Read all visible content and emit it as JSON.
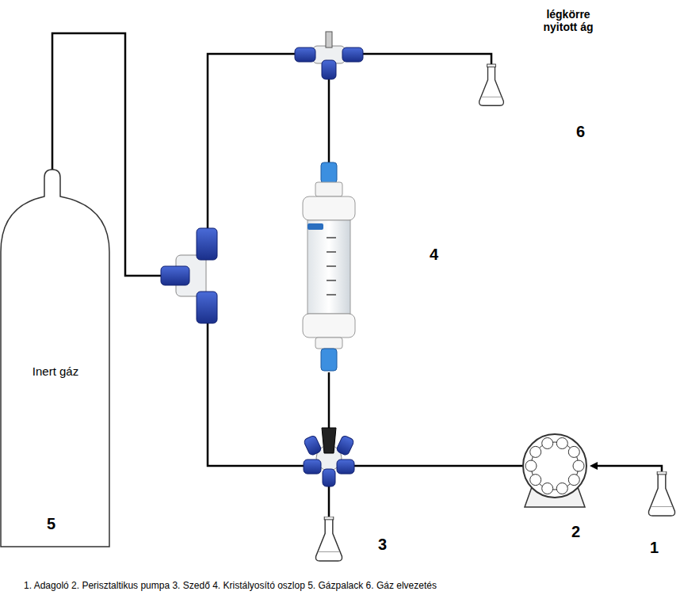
{
  "diagram": {
    "caption": "1. Adagoló 2. Perisztaltikus pumpa 3. Szedő 4. Kristályosító oszlop 5. Gázpalack 6. Gáz elvezetés",
    "nodes": [
      {
        "text": [
          "Inert gáz"
        ]
      }
    ],
    "labels": [
      "légkörre nyitott ág",
      "6",
      "4",
      "5",
      "3",
      "2",
      "1"
    ]
  }
}
